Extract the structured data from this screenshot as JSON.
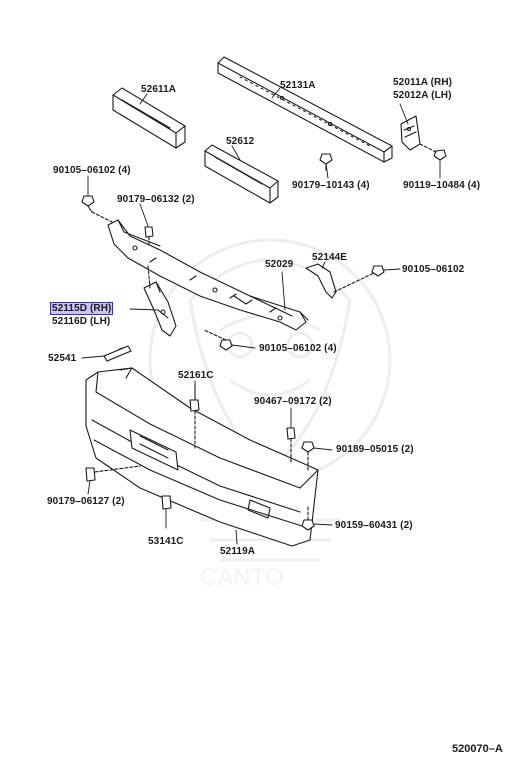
{
  "parts": {
    "p52611A": "52611A",
    "p52131A": "52131A",
    "p52011A": "52011A (RH)",
    "p52012A": "52012A (LH)",
    "p52612": "52612",
    "p90105_06102_4_top": "90105–06102 (4)",
    "p90179_10143": "90179–10143 (4)",
    "p90119_10484": "90119–10484 (4)",
    "p90179_06132": "90179–06132 (2)",
    "p52029": "52029",
    "p52144E": "52144E",
    "p90105_06102": "90105–06102",
    "p52115D": "52115D (RH)",
    "p52116D": "52116D (LH)",
    "p90105_06102_4_mid": "90105–06102 (4)",
    "p52541": "52541",
    "p52161C": "52161C",
    "p90467_09172": "90467–09172 (2)",
    "p90189_05015": "90189–05015 (2)",
    "p90179_06127": "90179–06127 (2)",
    "p90159_60431": "90159–60431 (2)",
    "p53141C": "53141C",
    "p52119A": "52119A"
  },
  "diagram_code": "520070–A",
  "colors": {
    "highlight_fill": "#c7c4f2",
    "highlight_border": "#3b2fb8",
    "ink": "#1a1a1a"
  }
}
